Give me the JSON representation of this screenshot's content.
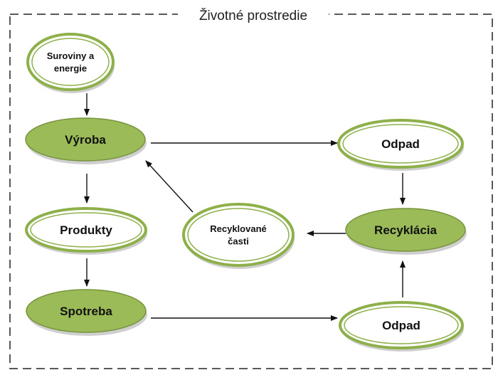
{
  "frame": {
    "title": "Životné prostredie"
  },
  "nodes": {
    "suroviny": {
      "lines": [
        "Suroviny a",
        "energie"
      ],
      "style": "white"
    },
    "vyroba": {
      "lines": [
        "Výroba"
      ],
      "style": "green"
    },
    "odpad_top": {
      "lines": [
        "Odpad"
      ],
      "style": "white"
    },
    "produkty": {
      "lines": [
        "Produkty"
      ],
      "style": "white"
    },
    "recyklovane": {
      "lines": [
        "Recyklované",
        "časti"
      ],
      "style": "white"
    },
    "recyklacia": {
      "lines": [
        "Recyklácia"
      ],
      "style": "green"
    },
    "spotreba": {
      "lines": [
        "Spotreba"
      ],
      "style": "green"
    },
    "odpad_bottom": {
      "lines": [
        "Odpad"
      ],
      "style": "white"
    }
  },
  "edges": [
    {
      "from": "suroviny",
      "to": "vyroba"
    },
    {
      "from": "vyroba",
      "to": "produkty"
    },
    {
      "from": "produkty",
      "to": "spotreba"
    },
    {
      "from": "vyroba",
      "to": "odpad_top"
    },
    {
      "from": "odpad_top",
      "to": "recyklacia"
    },
    {
      "from": "recyklacia",
      "to": "recyklovane"
    },
    {
      "from": "recyklovane",
      "to": "vyroba"
    },
    {
      "from": "spotreba",
      "to": "odpad_bottom"
    },
    {
      "from": "odpad_bottom",
      "to": "recyklacia"
    }
  ],
  "colors": {
    "green_fill": "#9bbb59",
    "green_ring": "#77933c",
    "white_ring": "#8db04a",
    "shadow": "#cfcfcf",
    "text": "#111111",
    "frame": "#222222"
  }
}
